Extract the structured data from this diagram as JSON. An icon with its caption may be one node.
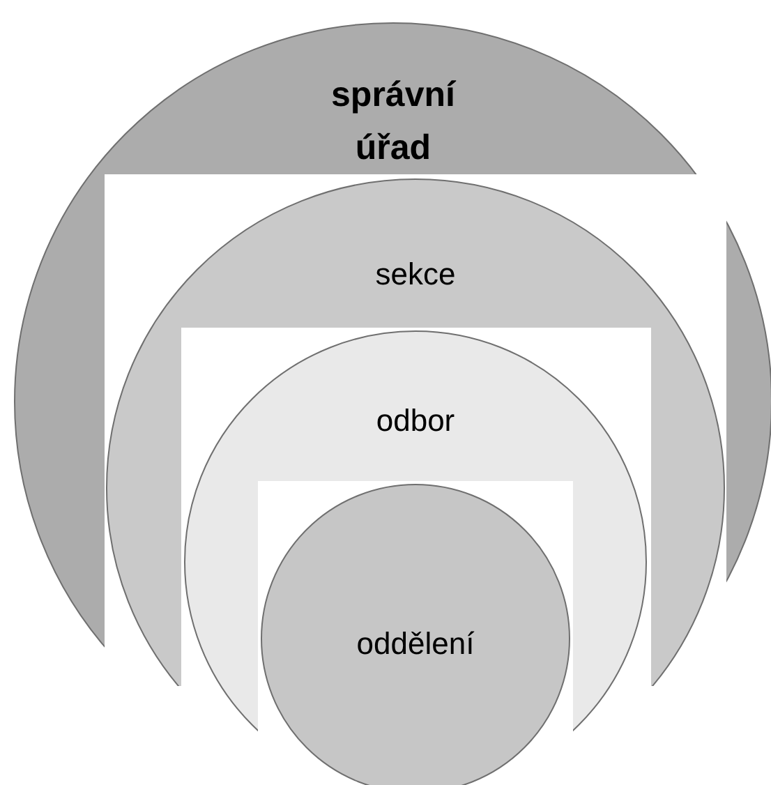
{
  "diagram": {
    "nodes": [
      {
        "text": [
          "správní úřad"
        ]
      },
      {
        "text": [
          "sekce"
        ],
        "in": 0
      },
      {
        "text": [
          "odbor"
        ],
        "in": 1
      },
      {
        "text": [
          "oddělení"
        ],
        "in": 2
      }
    ]
  }
}
